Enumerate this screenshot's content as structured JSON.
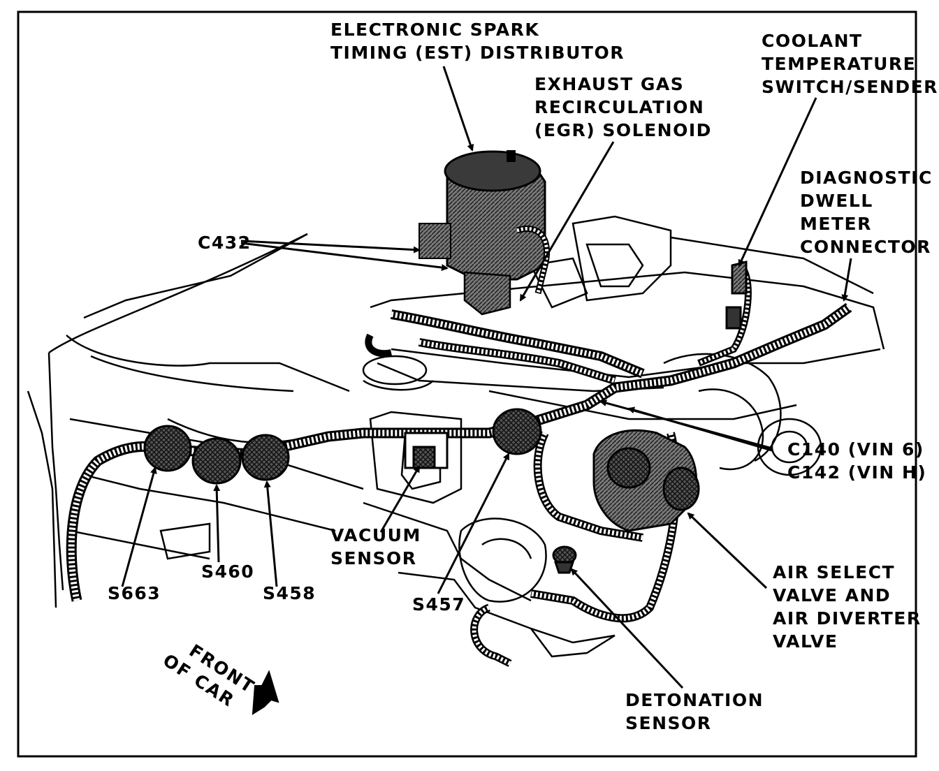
{
  "labels": {
    "est_distributor": [
      "ELECTRONIC SPARK",
      "TIMING (EST) DISTRIBUTOR"
    ],
    "egr_solenoid": [
      "EXHAUST GAS",
      "RECIRCULATION",
      "(EGR) SOLENOID"
    ],
    "coolant_switch": [
      "COOLANT",
      "TEMPERATURE",
      "SWITCH/SENDER"
    ],
    "dwell_connector": [
      "DIAGNOSTIC",
      "DWELL",
      "METER",
      "CONNECTOR"
    ],
    "c432": "C432",
    "c140_c142": [
      "C140 (VIN 6)",
      "C142 (VIN H)"
    ],
    "vacuum_sensor": [
      "VACUUM",
      "SENSOR"
    ],
    "air_valve": [
      "AIR SELECT",
      "VALVE AND",
      "AIR DIVERTER",
      "VALVE"
    ],
    "detonation_sensor": [
      "DETONATION",
      "SENSOR"
    ],
    "s663": "S663",
    "s460": "S460",
    "s458": "S458",
    "s457": "S457",
    "front_of_car": [
      "FRONT",
      "OF CAR"
    ]
  },
  "colors": {
    "ink": "#000000",
    "paper": "#ffffff",
    "shade": "#6b6b6b"
  }
}
